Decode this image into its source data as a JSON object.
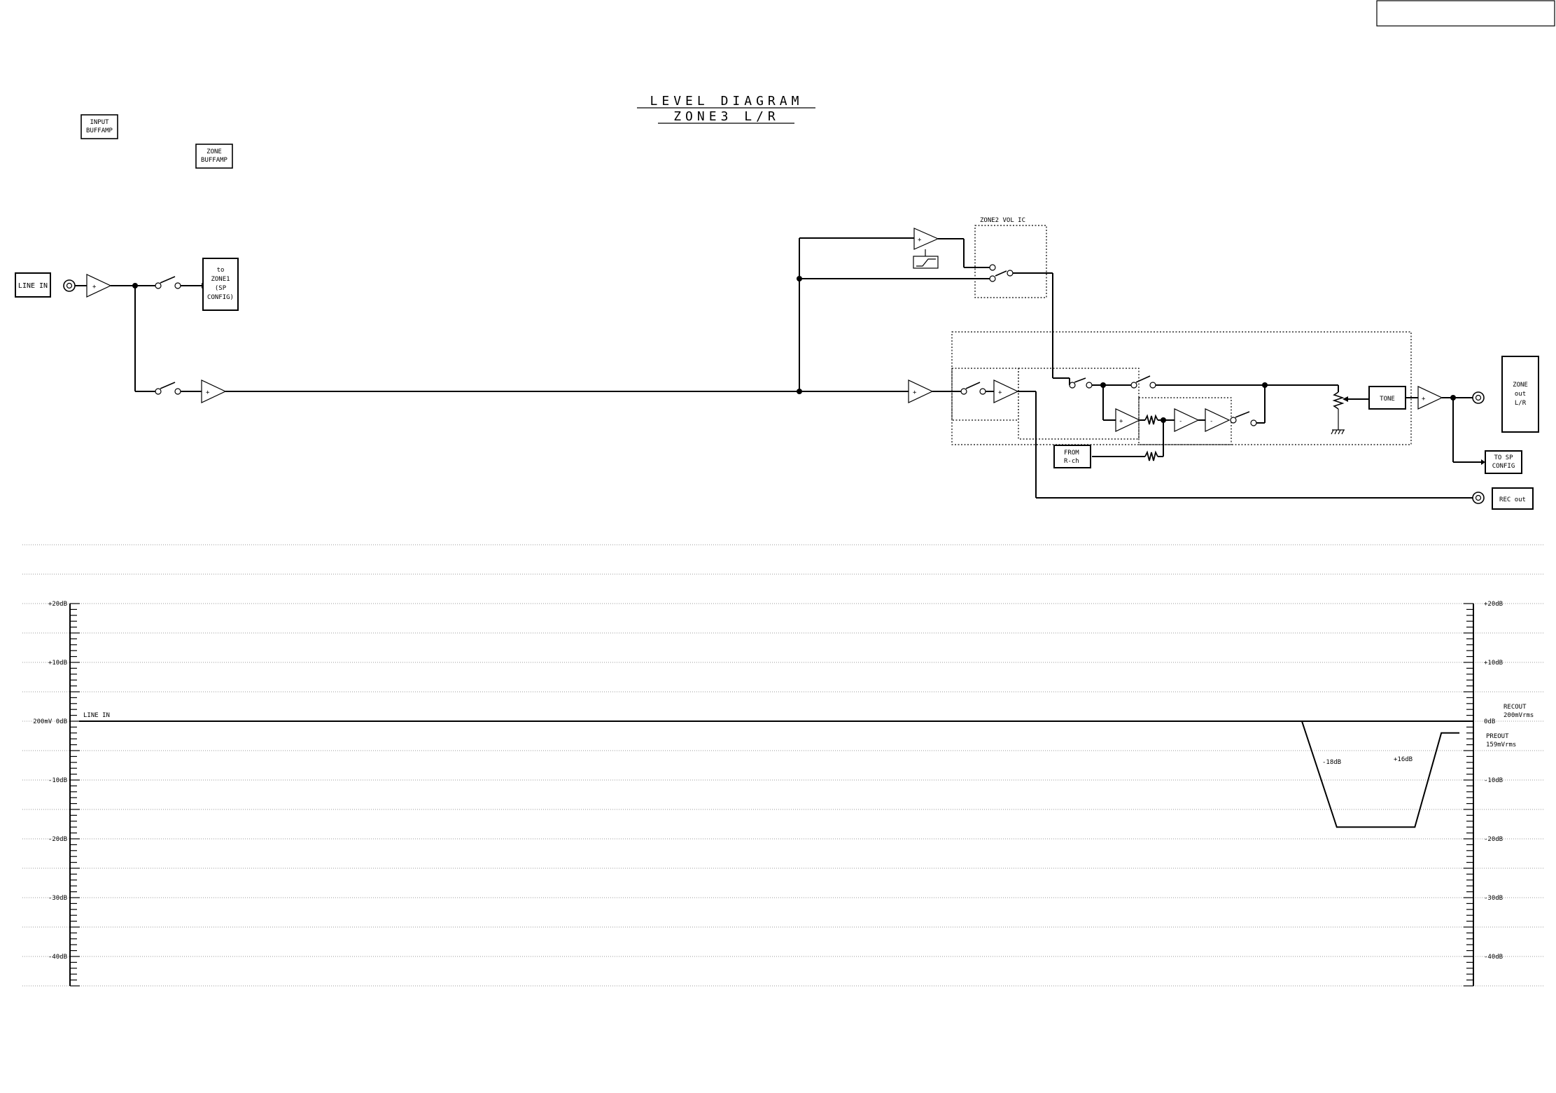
{
  "diagram": {
    "title": "LEVEL DIAGRAM",
    "subtitle": "ZONE3  L/R"
  },
  "blocks": {
    "input_buffamp": [
      "INPUT",
      "BUFFAMP"
    ],
    "zone_buffamp": [
      "ZONE",
      "BUFFAMP"
    ],
    "line_in": "LINE IN",
    "to_zone1": [
      "to",
      "ZONE1",
      "(SP",
      "CONFIG)"
    ],
    "zone2_vol_ic": "ZONE2 VOL IC",
    "tone": "TONE",
    "from_rch": [
      "FROM",
      "R-ch"
    ],
    "zone_out": [
      "ZONE",
      "out",
      "L/R"
    ],
    "to_sp_config": [
      "TO SP",
      "CONFIG"
    ],
    "rec_out": "REC  out"
  },
  "chart_data": {
    "type": "line",
    "title": "",
    "ylabel": "",
    "ylim": [
      -45,
      20
    ],
    "y_ticks_left": [
      "+20dB",
      "+10dB",
      "200mV  0dB",
      "-10dB",
      "-20dB",
      "-30dB",
      "-40dB"
    ],
    "y_ticks_right": [
      "+20dB",
      "+10dB",
      "0dB",
      "-10dB",
      "-20dB",
      "-30dB",
      "-40dB"
    ],
    "tick_values": [
      20,
      10,
      0,
      -10,
      -20,
      -30,
      -40
    ],
    "grid": true,
    "series": [
      {
        "name": "LINE IN",
        "points": [
          [
            0,
            0
          ],
          [
            0.877,
            0
          ],
          [
            0.902,
            -18
          ],
          [
            0.958,
            -18
          ],
          [
            0.977,
            -2
          ],
          [
            0.99,
            -2
          ]
        ]
      },
      {
        "name": "",
        "points": [
          [
            0.877,
            0
          ],
          [
            1.0,
            0
          ]
        ]
      }
    ],
    "annotations": [
      "-18dB",
      "+16dB"
    ],
    "right_labels": {
      "recout": [
        "RECOUT",
        "200mVrms"
      ],
      "preout": [
        "PREOUT",
        "159mVrms"
      ]
    }
  }
}
